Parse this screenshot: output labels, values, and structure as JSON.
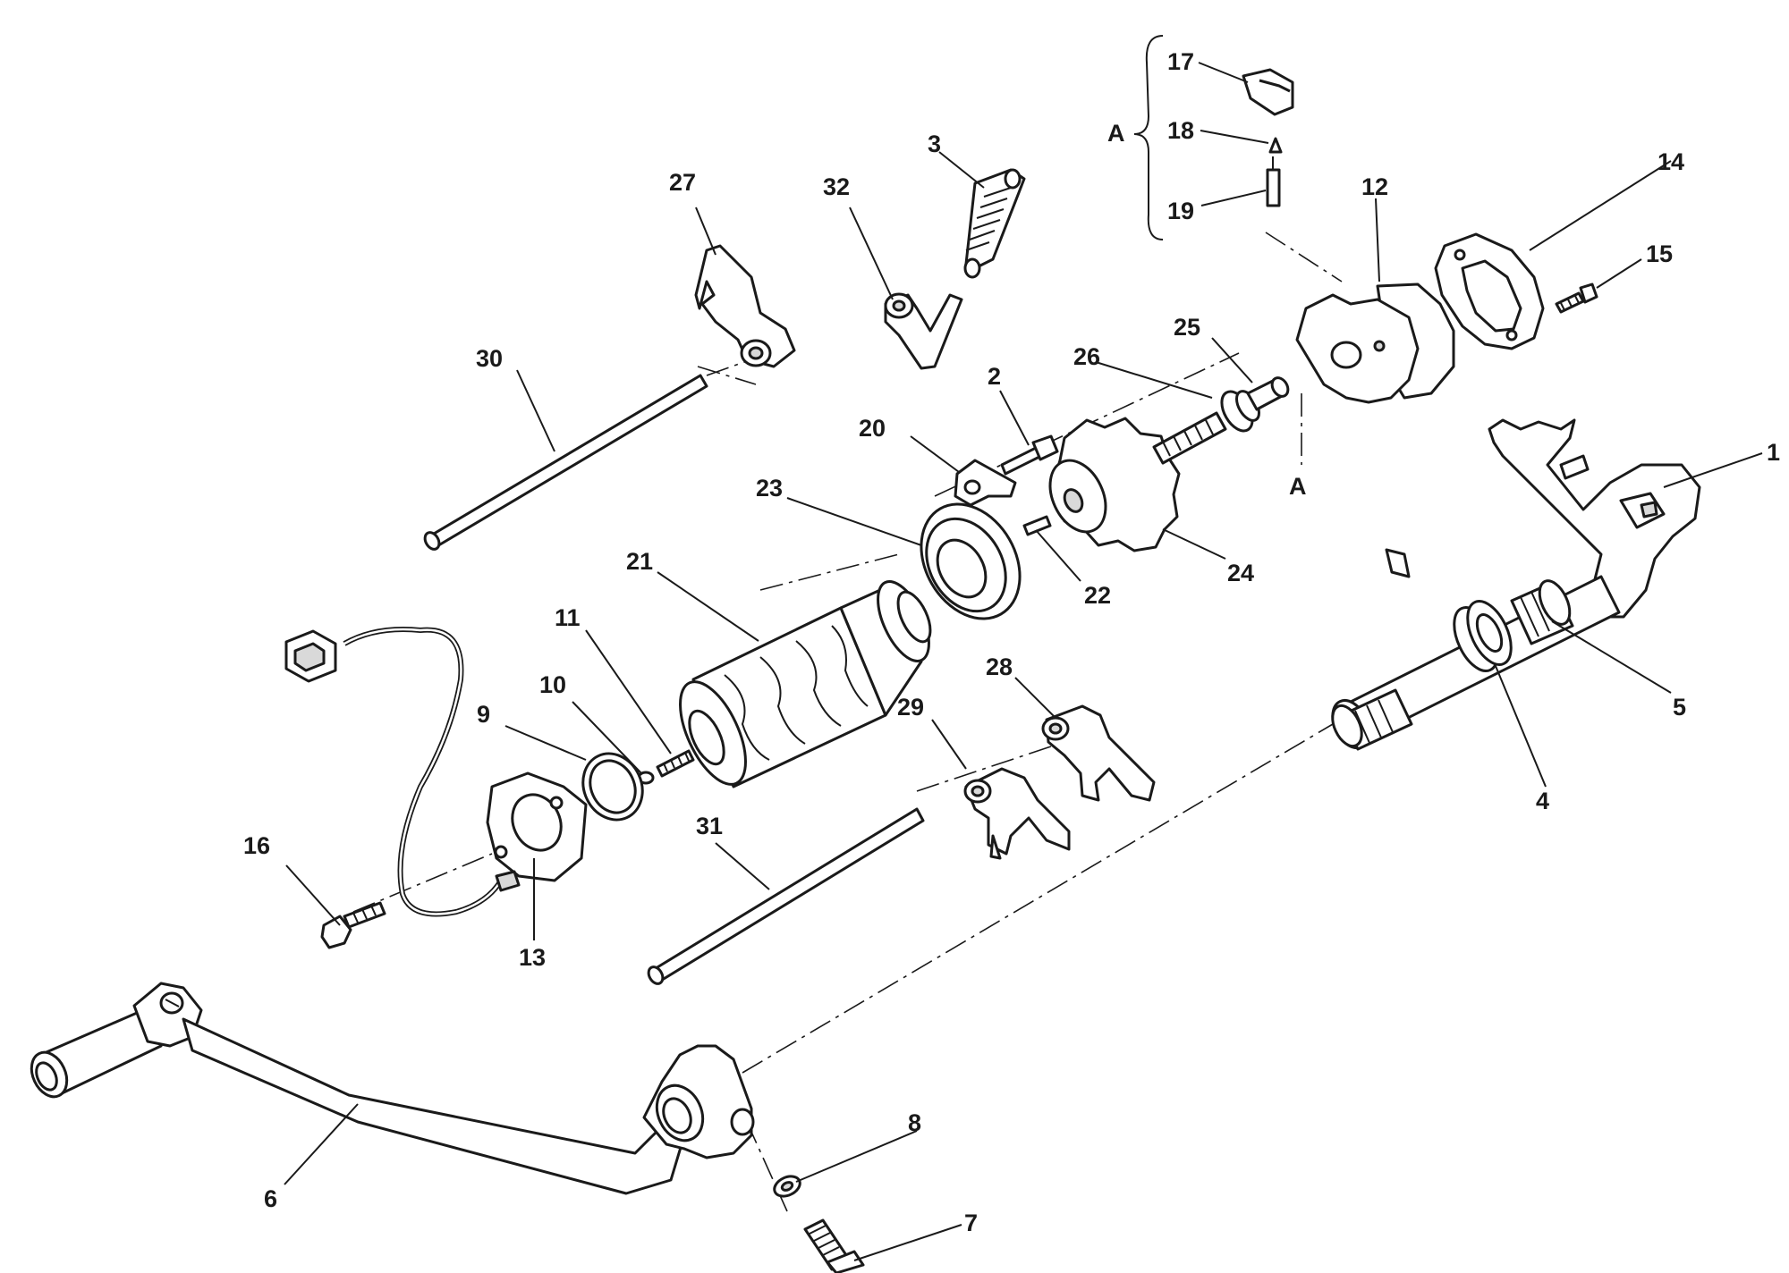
{
  "callouts": {
    "c1": "1",
    "c2": "2",
    "c3": "3",
    "c4": "4",
    "c5": "5",
    "c6": "6",
    "c7": "7",
    "c8": "8",
    "c9": "9",
    "c10": "10",
    "c11": "11",
    "c12": "12",
    "c13": "13",
    "c14": "14",
    "c15": "15",
    "c16": "16",
    "c17": "17",
    "c18": "18",
    "c19": "19",
    "c20": "20",
    "c21": "21",
    "c22": "22",
    "c23": "23",
    "c24": "24",
    "c25": "25",
    "c26": "26",
    "c27": "27",
    "c28": "28",
    "c29": "29",
    "c30": "30",
    "c31": "31",
    "c32": "32"
  },
  "group_label": "A",
  "alignment_mark": "A",
  "colors": {
    "line": "#1a1a1a",
    "fill": "#ffffff",
    "shade": "#d9d9d9"
  }
}
